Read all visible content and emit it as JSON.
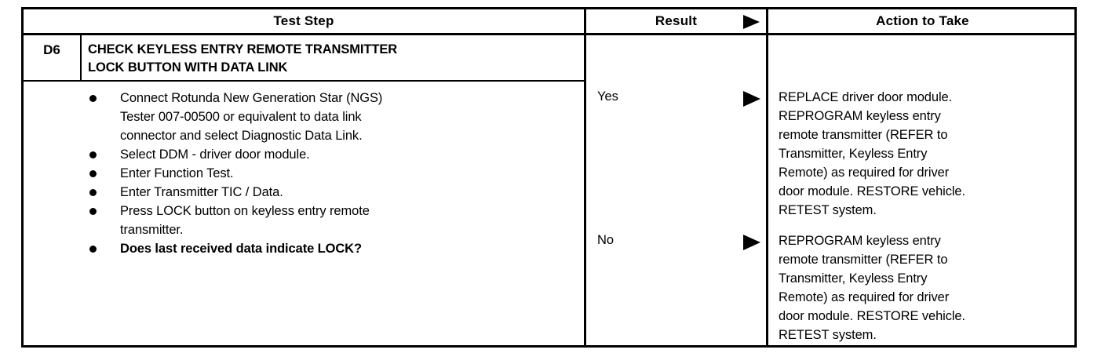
{
  "table": {
    "headers": {
      "test_step": "Test Step",
      "result": "Result",
      "action": "Action to Take",
      "arrow_icon": "triangle-right-icon"
    },
    "step": {
      "id": "D6",
      "title_lines": [
        "CHECK KEYLESS ENTRY REMOTE TRANSMITTER",
        "LOCK BUTTON WITH DATA LINK"
      ],
      "bullets": [
        {
          "bold": false,
          "lines": [
            "Connect Rotunda New Generation Star (NGS)",
            "Tester 007-00500 or equivalent to data link",
            "connector and select Diagnostic Data Link."
          ]
        },
        {
          "bold": false,
          "lines": [
            "Select DDM - driver door module."
          ]
        },
        {
          "bold": false,
          "lines": [
            "Enter Function Test."
          ]
        },
        {
          "bold": false,
          "lines": [
            "Enter Transmitter TIC / Data."
          ]
        },
        {
          "bold": false,
          "lines": [
            "Press LOCK button on keyless entry remote",
            "transmitter."
          ]
        },
        {
          "bold": true,
          "lines": [
            "Does last received data indicate LOCK?"
          ]
        }
      ]
    },
    "outcomes": [
      {
        "result": "Yes",
        "arrow_icon": "triangle-right-icon",
        "action_lines": [
          "REPLACE driver door module.",
          "REPROGRAM keyless entry",
          "remote transmitter (REFER to",
          "Transmitter, Keyless Entry",
          "Remote) as required for driver",
          "door module. RESTORE vehicle.",
          "RETEST system."
        ]
      },
      {
        "result": "No",
        "arrow_icon": "triangle-right-icon",
        "action_lines": [
          "REPROGRAM keyless entry",
          "remote transmitter (REFER to",
          "Transmitter, Keyless Entry",
          "Remote) as required for driver",
          "door module. RESTORE vehicle.",
          "RETEST system."
        ]
      }
    ]
  },
  "colors": {
    "ink": "#000000",
    "paper": "#ffffff"
  }
}
